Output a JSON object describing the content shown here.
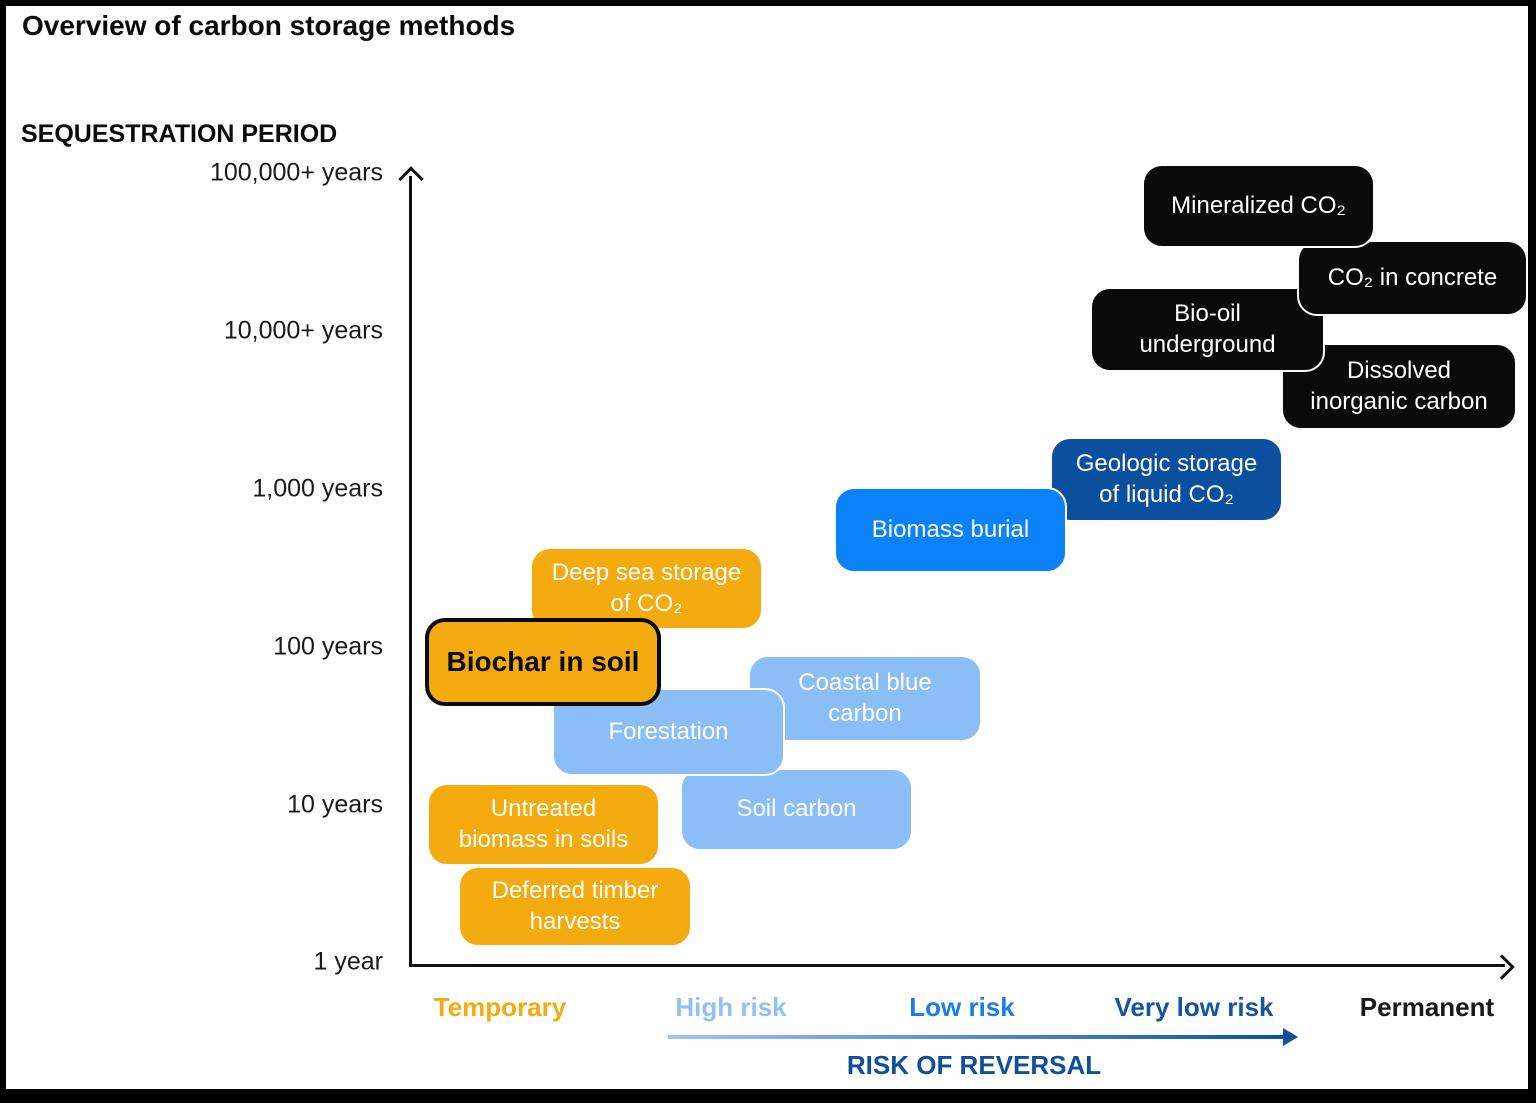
{
  "title": "Overview of carbon storage methods",
  "y_axis": {
    "label": "SEQUESTRATION PERIOD",
    "ticks": [
      "100,000+ years",
      "10,000+ years",
      "1,000 years",
      "100 years",
      "10 years",
      "1 year"
    ]
  },
  "x_axis": {
    "label": "RISK OF REVERSAL",
    "ticks": [
      {
        "label": "Temporary",
        "color": "#F3AB0F"
      },
      {
        "label": "High risk",
        "color": "#8FC0F7"
      },
      {
        "label": "Low risk",
        "color": "#1B7CEC"
      },
      {
        "label": "Very low risk",
        "color": "#15549F"
      },
      {
        "label": "Permanent",
        "color": "#1A1A1A"
      }
    ]
  },
  "methods": [
    {
      "label": "Mineralized CO₂",
      "color": "#0A0A0A"
    },
    {
      "label": "CO₂ in concrete",
      "color": "#0A0A0A"
    },
    {
      "label": "Bio-oil underground",
      "color": "#0A0A0A"
    },
    {
      "label": "Dissolved inorganic carbon",
      "color": "#0A0A0A"
    },
    {
      "label": "Geologic storage of liquid CO₂",
      "color": "#0B509E"
    },
    {
      "label": "Biomass burial",
      "color": "#0B82FA"
    },
    {
      "label": "Deep sea storage of CO₂",
      "color": "#F3AB0F"
    },
    {
      "label": "Coastal blue carbon",
      "color": "#8BBEF7"
    },
    {
      "label": "Forestation",
      "color": "#8BBEF7"
    },
    {
      "label": "Soil carbon",
      "color": "#8BBEF7"
    },
    {
      "label": "Untreated biomass in soils",
      "color": "#F3AB0F"
    },
    {
      "label": "Deferred timber harvests",
      "color": "#F3AB0F"
    },
    {
      "label": "Biochar in soil",
      "color": "#F3AB0F",
      "highlighted": true
    }
  ],
  "colors": {
    "orange": "#F3AB0F",
    "light_blue": "#8BBEF7",
    "bright_blue": "#0B82FA",
    "dark_blue": "#0B509E",
    "box_black": "#0A0A0A",
    "axis_black": "#111111",
    "risk_label_dark_blue": "#0E4F9E"
  },
  "chart_data": {
    "type": "scatter",
    "title": "Overview of carbon storage methods",
    "xlabel": "RISK OF REVERSAL",
    "ylabel": "SEQUESTRATION PERIOD",
    "x_categories": [
      "Temporary",
      "High risk",
      "Low risk",
      "Very low risk",
      "Permanent"
    ],
    "y_categories": [
      "1 year",
      "10 years",
      "100 years",
      "1,000 years",
      "10,000+ years",
      "100,000+ years"
    ],
    "y_scale": "log",
    "legend": "none",
    "grid": false,
    "points": [
      {
        "label": "Mineralized CO₂",
        "x": "Very low risk–Permanent",
        "y": "100,000+ years"
      },
      {
        "label": "CO₂ in concrete",
        "x": "Permanent",
        "y": "10,000–100,000+ years"
      },
      {
        "label": "Bio-oil underground",
        "x": "Very low risk",
        "y": "10,000+ years"
      },
      {
        "label": "Dissolved inorganic carbon",
        "x": "Very low risk–Permanent",
        "y": "1,000–10,000+ years"
      },
      {
        "label": "Geologic storage of liquid CO₂",
        "x": "Low–Very low risk",
        "y": "1,000 years"
      },
      {
        "label": "Biomass burial",
        "x": "Low risk",
        "y": "100–1,000 years"
      },
      {
        "label": "Deep sea storage of CO₂",
        "x": "High risk",
        "y": "100–1,000 years"
      },
      {
        "label": "Coastal blue carbon",
        "x": "High–Low risk",
        "y": "10–100 years"
      },
      {
        "label": "Forestation",
        "x": "High risk",
        "y": "10–100 years"
      },
      {
        "label": "Soil carbon",
        "x": "High risk",
        "y": "10 years"
      },
      {
        "label": "Untreated biomass in soils",
        "x": "Temporary",
        "y": "10 years"
      },
      {
        "label": "Deferred timber harvests",
        "x": "Temporary",
        "y": "1–10 years"
      },
      {
        "label": "Biochar in soil",
        "x": "Temporary",
        "y": "100 years",
        "highlighted": true
      }
    ]
  }
}
